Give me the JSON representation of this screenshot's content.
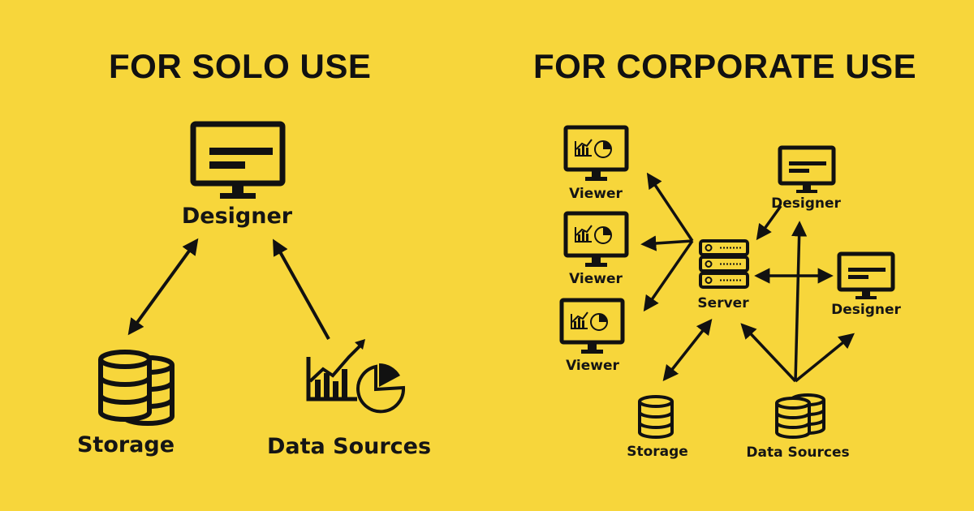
{
  "colors": {
    "background": "#F7D63B",
    "ink": "#111111"
  },
  "solo": {
    "title": "FOR SOLO USE",
    "designer_label": "Designer",
    "storage_label": "Storage",
    "data_sources_label": "Data Sources"
  },
  "corporate": {
    "title": "FOR CORPORATE USE",
    "viewer_label": "Viewer",
    "designer_label": "Designer",
    "server_label": "Server",
    "storage_label": "Storage",
    "data_sources_label": "Data Sources"
  },
  "icons": [
    "monitor-icon",
    "database-icon",
    "chart-icon",
    "server-icon"
  ]
}
